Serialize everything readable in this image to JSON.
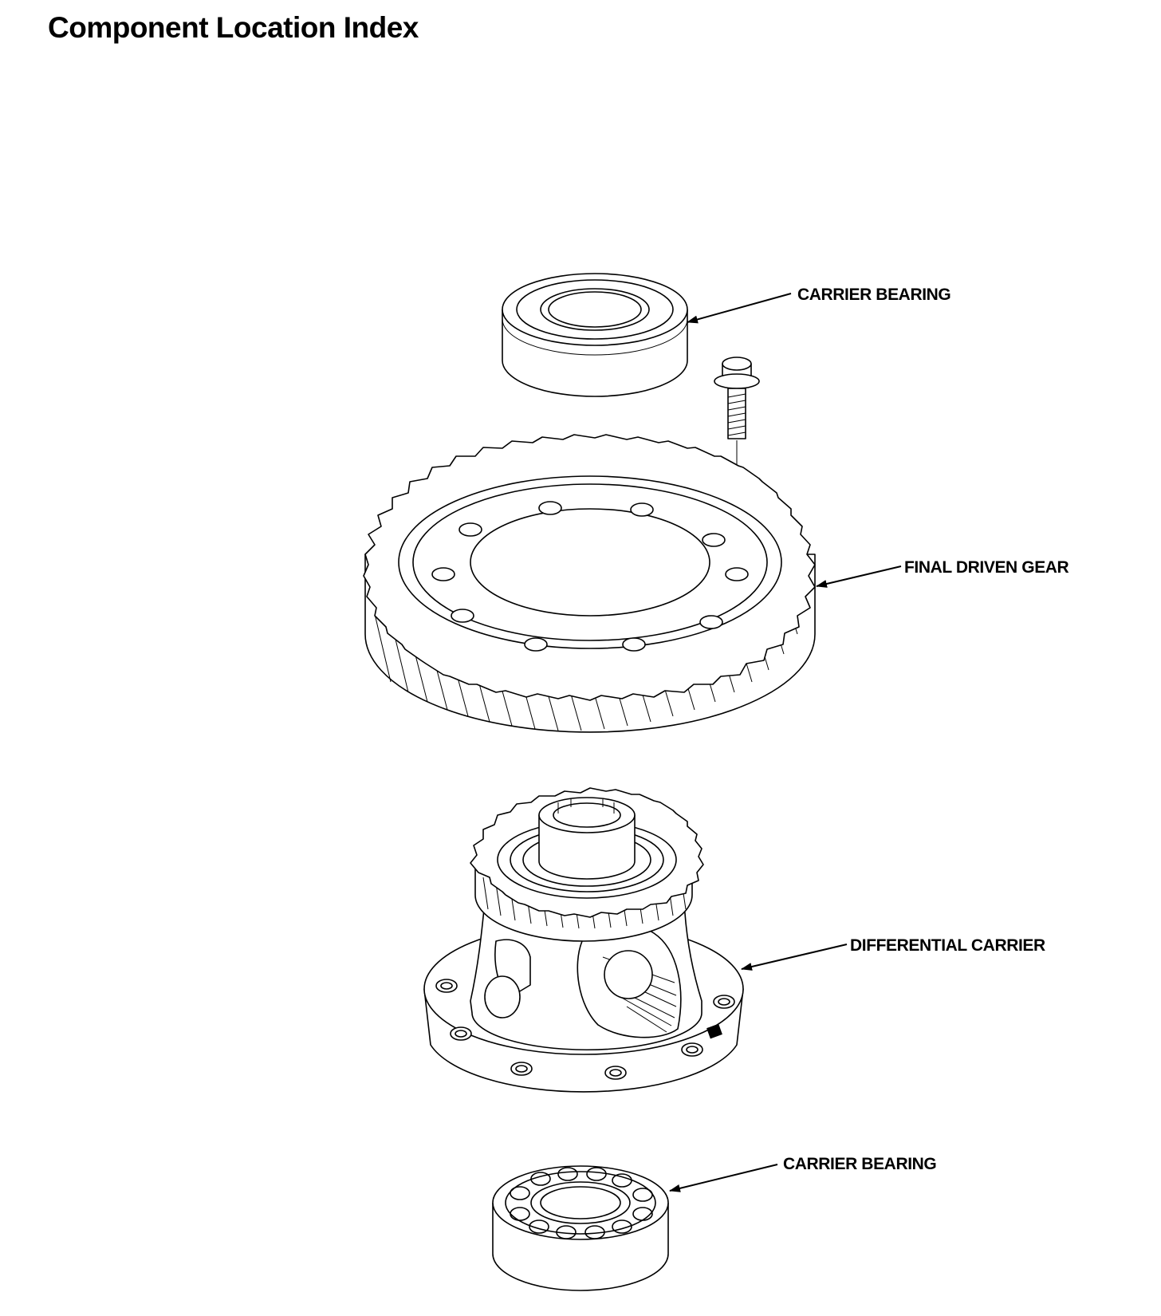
{
  "page": {
    "title": "Component Location Index"
  },
  "callouts": {
    "carrier_bearing_top": "CARRIER BEARING",
    "final_driven_gear": "FINAL DRIVEN GEAR",
    "differential_carrier": "DIFFERENTIAL CARRIER",
    "carrier_bearing_bottom": "CARRIER BEARING"
  },
  "colors": {
    "line": "#000000",
    "background": "#ffffff"
  }
}
